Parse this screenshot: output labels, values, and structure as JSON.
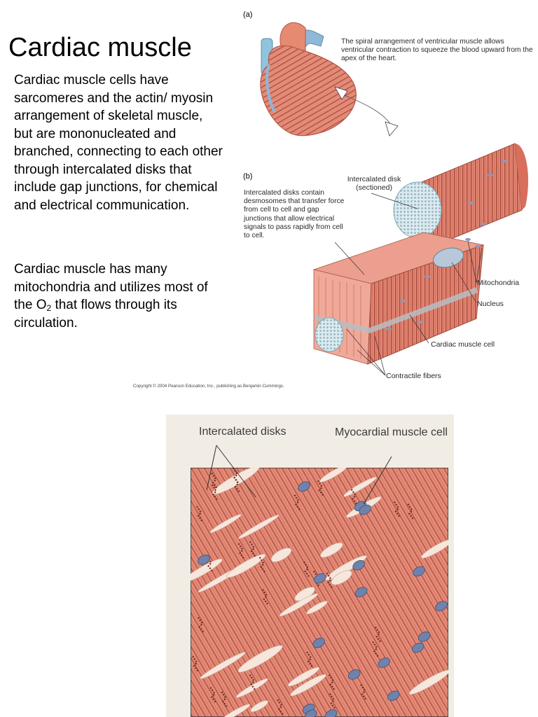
{
  "slide": {
    "title": "Cardiac muscle",
    "paragraph1": "Cardiac muscle cells have sarcomeres and the actin/ myosin arrangement of skeletal muscle, but are mononucleated and branched, connecting to each other through intercalated disks that include gap junctions, for chemical and electrical communication.",
    "paragraph2_before": "Cardiac muscle has many mitochondria and utilizes most of the O",
    "paragraph2_sub": "2",
    "paragraph2_after": " that flows through its circulation."
  },
  "figure_top": {
    "panel_a_label": "(a)",
    "panel_a_caption": "The spiral arrangement of ventricular muscle allows ventricular contraction to squeeze the blood upward from the apex of the heart.",
    "panel_b_label": "(b)",
    "panel_b_caption": "Intercalated disks contain desmosomes that transfer force from cell to cell and gap junctions that allow electrical signals to pass rapidly from cell to cell.",
    "label_intercalated_disk": "Intercalated disk (sectioned)",
    "label_mitochondria": "Mitochondria",
    "label_nucleus": "Nucleus",
    "label_cardiac_muscle_cell": "Cardiac muscle cell",
    "label_contractile_fibers": "Contractile fibers",
    "copyright": "Copyright © 2004 Pearson Education, Inc., publishing as Benjamin Cummings."
  },
  "figure_bottom": {
    "label_intercalated_disks": "Intercalated disks",
    "label_myocardial_cell": "Myocardial muscle cell"
  },
  "colors": {
    "muscle": "#e07d6a",
    "muscle_light": "#f1a998",
    "striation": "#8a3a2e",
    "nucleus": "#6f7fa6",
    "vessel_blue": "#8fb7d6",
    "disk": "#cfe2ea"
  }
}
